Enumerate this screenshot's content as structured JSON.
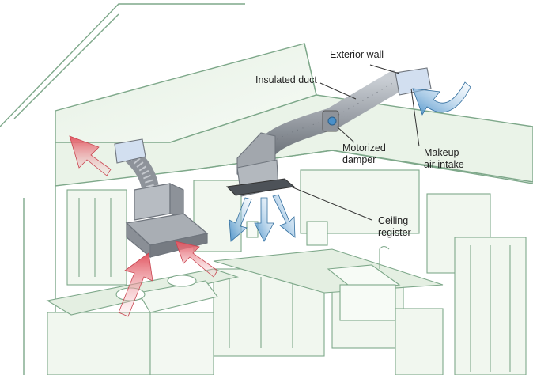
{
  "labels": {
    "exterior_wall": "Exterior wall",
    "insulated_duct": "Insulated duct",
    "motorized_damper_line1": "Motorized",
    "motorized_damper_line2": "damper",
    "makeup_air_line1": "Makeup-",
    "makeup_air_line2": "air intake",
    "ceiling_register_line1": "Ceiling",
    "ceiling_register_line2": "register"
  },
  "colors": {
    "wall_fill": "#eef5ec",
    "line": "#7ea88a",
    "duct": "#9aa0a8",
    "duct_dark": "#6f757d",
    "hood": "#a9aeb4",
    "hood_dark": "#83888f",
    "hot_air": "#e2545f",
    "cool_air": "#4a90c9",
    "leader": "#333333"
  }
}
